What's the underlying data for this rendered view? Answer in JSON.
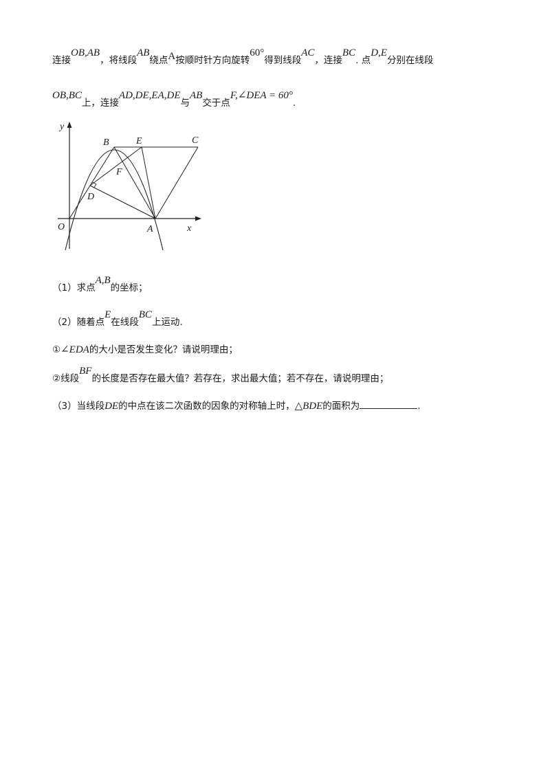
{
  "paragraph1": {
    "lian_jie": "连接",
    "ob_ab": "OB,AB",
    "jiang_xianduan": "，将线段",
    "ab": "AB",
    "rao_dian": "绕点",
    "a_point": "A",
    "rotate_text": "按顺时针方向旋转",
    "angle": "60°",
    "de_dao": "得到线段",
    "ac": "AC",
    "lian_jie2": "，连接",
    "bc": "BC",
    "dian": ". 点",
    "d_e": "D,E",
    "fen_bie": "分别在线段"
  },
  "paragraph2": {
    "ob_bc": "OB,BC",
    "shang_lianjie": "上，连接",
    "segments": "AD,DE,EA,DE",
    "yu": "与",
    "ab": "AB",
    "jiao_yu": "交于点",
    "condition": "F,∠DEA = 60°",
    "period": "."
  },
  "figure_labels": {
    "y": "y",
    "x": "x",
    "O": "O",
    "A": "A",
    "B": "B",
    "C": "C",
    "D": "D",
    "E": "E",
    "F": "F"
  },
  "q1": {
    "prefix": "（1）求点",
    "ab": "A,B",
    "suffix": "的坐标；"
  },
  "q2": {
    "prefix": "（2）随着点",
    "e": "E",
    "mid": "在线段",
    "bc": "BC",
    "suffix": "上运动."
  },
  "q2_1": {
    "prefix": "①",
    "angle": "∠EDA",
    "suffix": "的大小是否发生变化？请说明理由；"
  },
  "q2_2": {
    "prefix": "②线段",
    "bf": "BF",
    "suffix": "的长度是否存在最大值？若存在，求出最大值；若不存在，请说明理由；"
  },
  "q3": {
    "prefix": "（3）当线段",
    "de": "DE",
    "mid": "的中点在该二次函数的因象的对称轴上时，",
    "tri": "△BDE",
    "suffix": "的面积为",
    "end": "."
  }
}
